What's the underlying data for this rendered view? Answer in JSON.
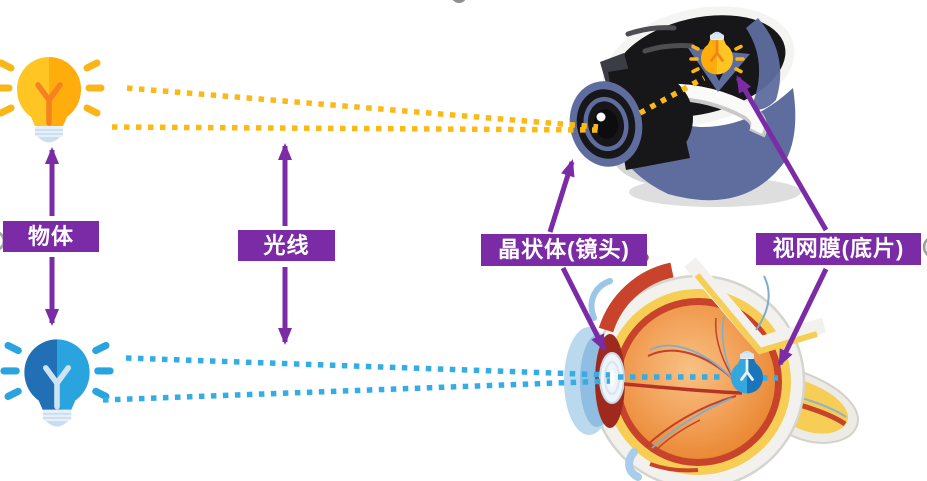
{
  "labels": {
    "object": "物体",
    "light_ray": "光线",
    "lens": "晶状体(镜头)",
    "retina": "视网膜(底片)"
  },
  "colors": {
    "bg": "#FFFFFF",
    "purple": "#7A2BA5",
    "labelText": "#FFFFFF",
    "rayYellow": "#FBB916",
    "rayBlue": "#33ADE3",
    "bulbYellowLight": "#FFAD0D",
    "bulbYellowDark": "#FFC522",
    "bulbBlueLight": "#29A4DF",
    "bulbBlueDark": "#2170B5",
    "camBody": "#5E6D9E",
    "camDark": "#17171A",
    "eyeSclera": "#F2F1ED",
    "eyeYellow": "#F6CE55",
    "eyeRed": "#C8432C",
    "eyeOrange": "#EE9A49"
  }
}
